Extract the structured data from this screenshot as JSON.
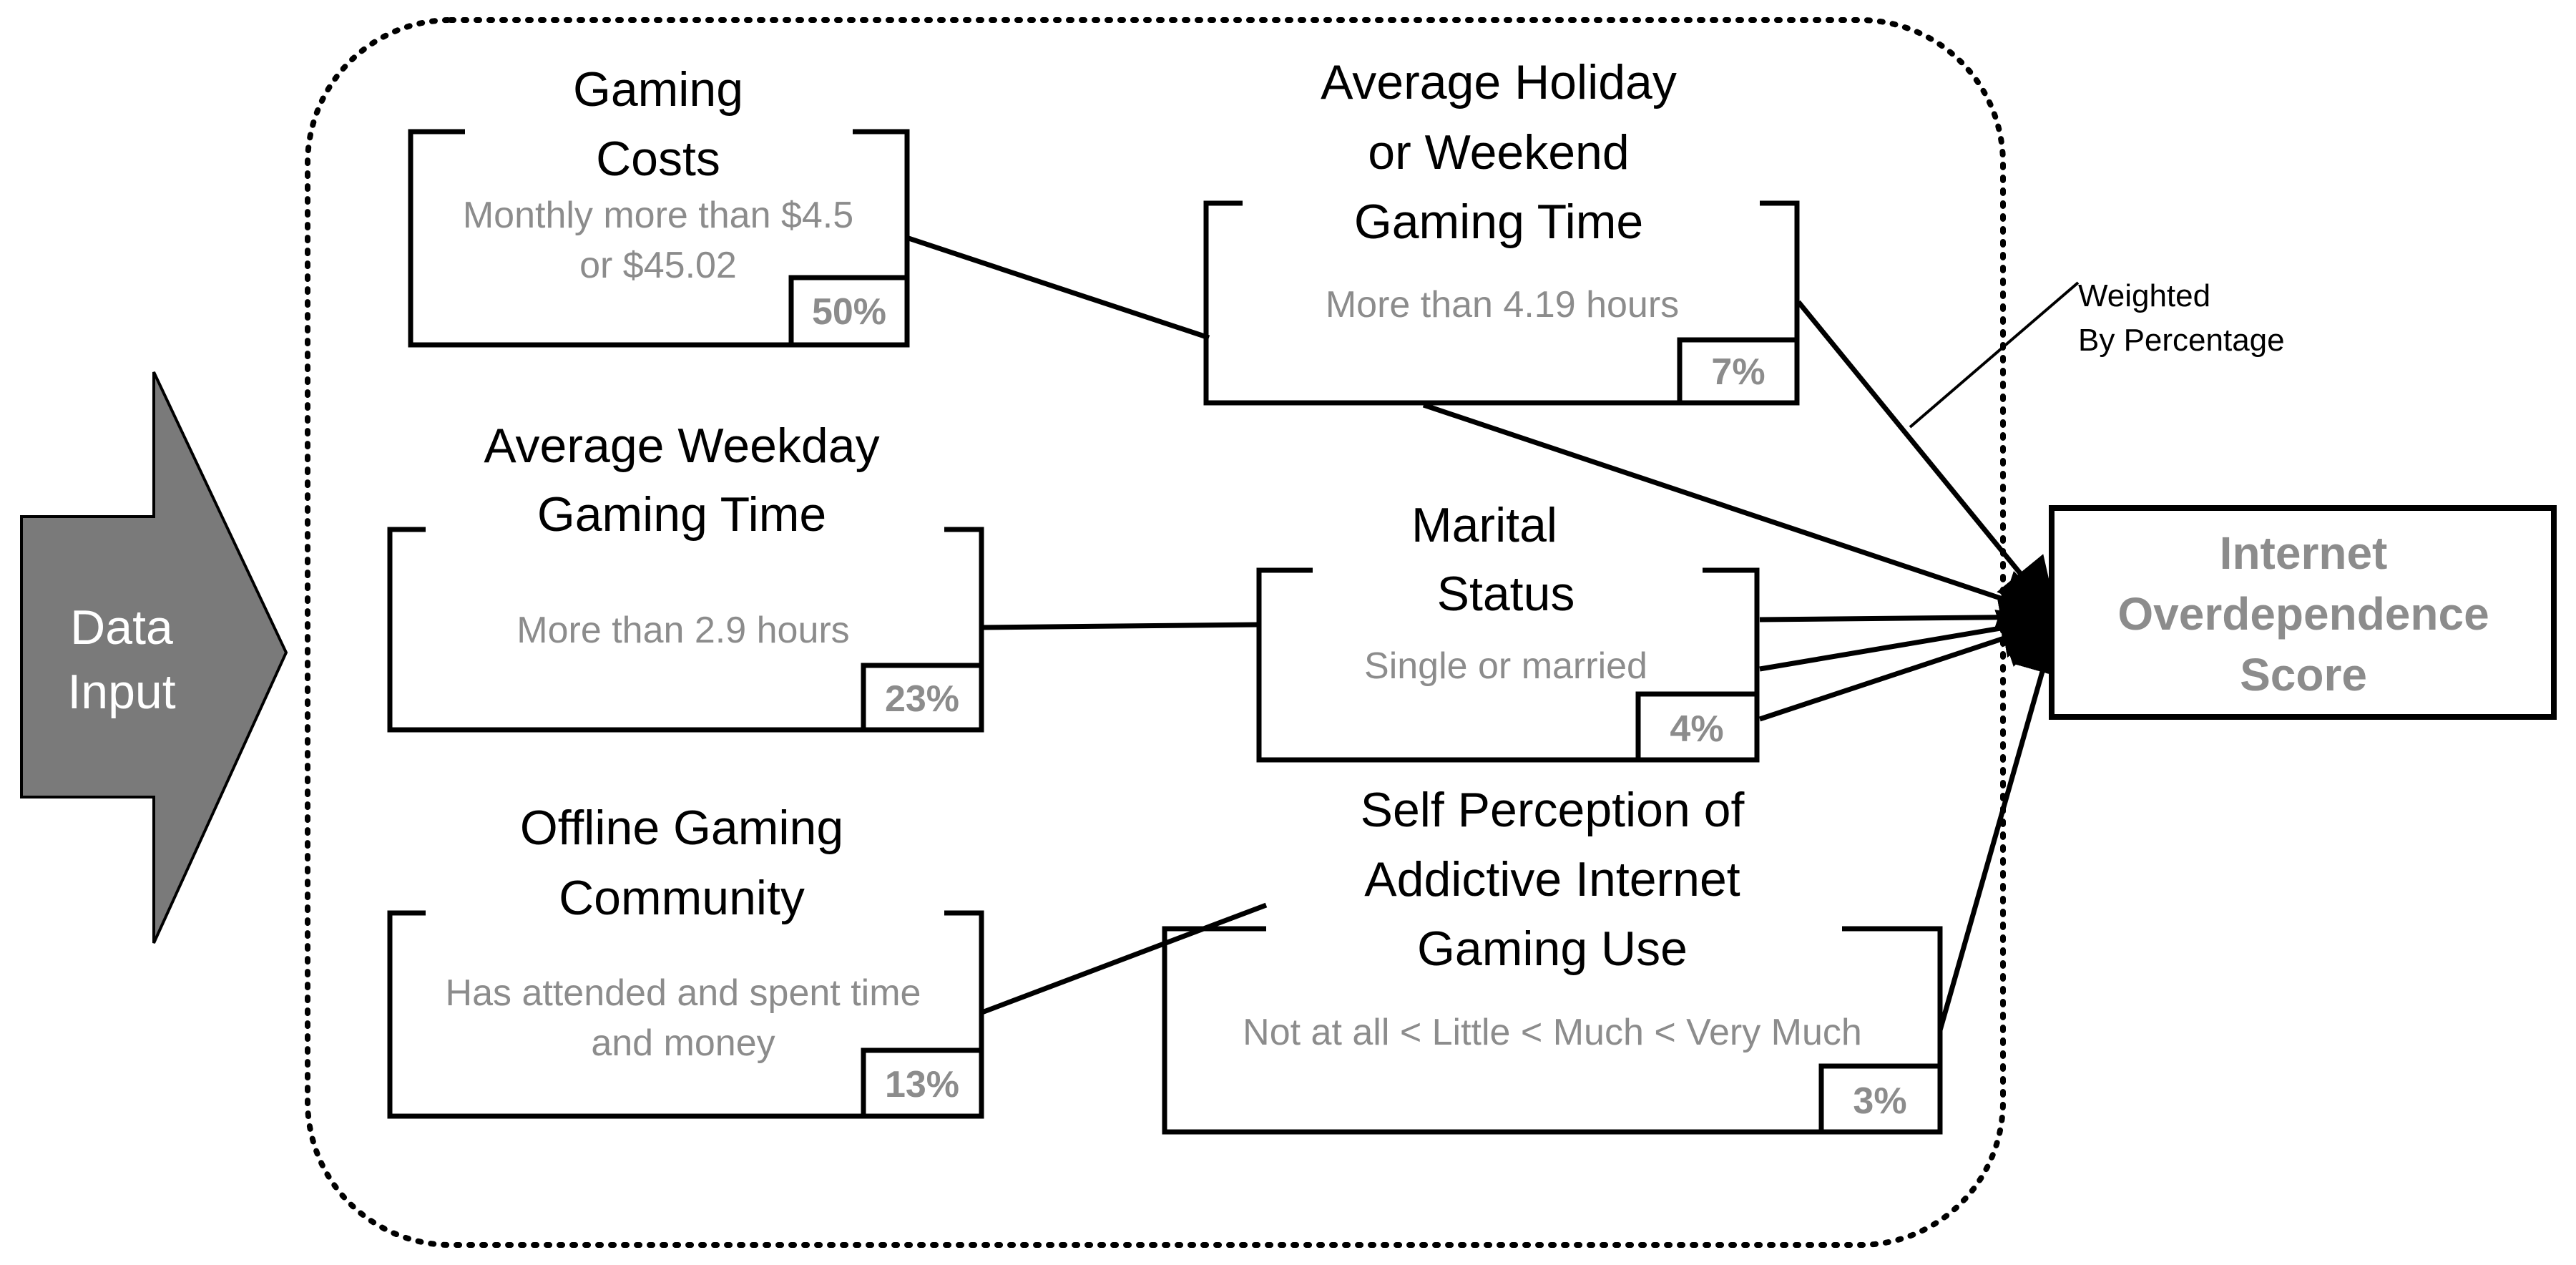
{
  "input_arrow": {
    "line1": "Data",
    "line2": "Input"
  },
  "factors": {
    "gaming_costs": {
      "title": [
        "Gaming",
        "Costs"
      ],
      "desc": [
        "Monthly more than $4.5",
        "or $45.02"
      ],
      "pct": "50%"
    },
    "holiday_time": {
      "title": [
        "Average Holiday",
        "or Weekend",
        "Gaming Time"
      ],
      "desc": [
        "More than 4.19 hours"
      ],
      "pct": "7%"
    },
    "weekday_time": {
      "title": [
        "Average Weekday",
        "Gaming Time"
      ],
      "desc": [
        "More than 2.9 hours"
      ],
      "pct": "23%"
    },
    "marital_status": {
      "title": [
        "Marital",
        "Status"
      ],
      "desc": [
        "Single or married"
      ],
      "pct": "4%"
    },
    "offline_community": {
      "title": [
        "Offline Gaming",
        "Community"
      ],
      "desc": [
        "Has attended and spent time",
        "and money"
      ],
      "pct": "13%"
    },
    "self_perception": {
      "title": [
        "Self Perception of",
        "Addictive Internet",
        "Gaming Use"
      ],
      "desc": [
        "Not at all < Little < Much < Very Much"
      ],
      "pct": "3%"
    }
  },
  "weight_note": [
    "Weighted",
    "By Percentage"
  ],
  "output": {
    "lines": [
      "Internet",
      "Overdependence",
      "Score"
    ]
  }
}
